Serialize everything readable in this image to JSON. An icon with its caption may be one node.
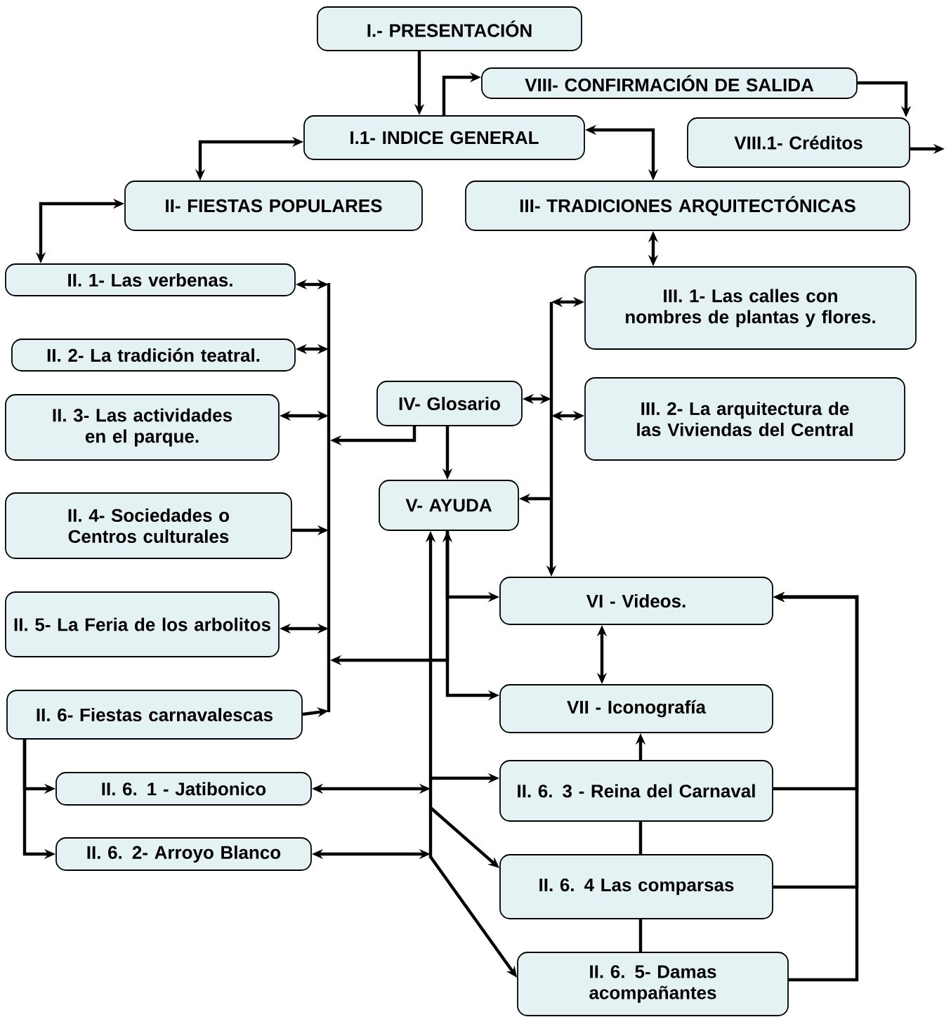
{
  "diagram": {
    "nodes": [
      {
        "text": [
          "I.- PRESENTACIÓN"
        ]
      },
      {
        "text": [
          "VIII- CONFIRMACIÓN DE SALIDA"
        ]
      },
      {
        "text": [
          "I.1- INDICE GENERAL"
        ]
      },
      {
        "text": [
          "VIII.1- Créditos"
        ]
      },
      {
        "text": [
          "II- FIESTAS POPULARES"
        ]
      },
      {
        "text": [
          "III- TRADICIONES ARQUITECTÓNICAS"
        ]
      },
      {
        "text": [
          "II. 1- Las verbenas."
        ]
      },
      {
        "text": [
          "II. 2- La tradición teatral."
        ]
      },
      {
        "text": [
          "II. 3- Las actividades en el parque."
        ]
      },
      {
        "text": [
          "IV- Glosario"
        ]
      },
      {
        "text": [
          "III. 1- Las calles con nombres de plantas y flores."
        ]
      },
      {
        "text": [
          "III. 2- La arquitectura de las Viviendas del Central"
        ]
      },
      {
        "text": [
          "V- AYUDA"
        ]
      },
      {
        "text": [
          "II. 4- Sociedades o Centros culturales"
        ]
      },
      {
        "text": [
          "II. 5- La Feria de los arbolitos"
        ]
      },
      {
        "text": [
          "VI - Videos."
        ]
      },
      {
        "text": [
          "II. 6- Fiestas carnavalescas"
        ]
      },
      {
        "text": [
          "VII - Iconografía"
        ]
      },
      {
        "text": [
          "II. 6. 1 - Jatibonico"
        ]
      },
      {
        "text": [
          "II. 6. 3 - Reina del Carnaval"
        ]
      },
      {
        "text": [
          "II. 6. 2- Arroyo Blanco"
        ]
      },
      {
        "text": [
          "II. 6. 4 Las comparsas"
        ]
      },
      {
        "text": [
          "II. 6. 5- Damas acompañantes"
        ]
      }
    ],
    "edges": [
      {
        "from": 0,
        "to": 2,
        "arrow": "to"
      },
      {
        "from": 2,
        "to": 1,
        "arrow": "to"
      },
      {
        "from": 1,
        "to": 3,
        "arrow": "to"
      },
      {
        "from": 3,
        "to": null,
        "arrow": "to"
      },
      {
        "from": 4,
        "to": 2,
        "arrow": "both"
      },
      {
        "from": 2,
        "to": 5,
        "arrow": "both"
      },
      {
        "from": 4,
        "to": 6,
        "arrow": "both"
      },
      {
        "from": 5,
        "to": 10,
        "arrow": "both"
      },
      {
        "from": 6,
        "to": null,
        "arrow": "both"
      },
      {
        "from": 7,
        "to": null,
        "arrow": "both"
      },
      {
        "from": 8,
        "to": null,
        "arrow": "both"
      },
      {
        "from": 13,
        "to": null,
        "arrow": "to"
      },
      {
        "from": 14,
        "to": null,
        "arrow": "both"
      },
      {
        "from": 16,
        "to": null,
        "arrow": "to"
      },
      {
        "from": 9,
        "to": null,
        "arrow": "to"
      },
      {
        "from": null,
        "to": 12,
        "arrow": "both"
      },
      {
        "from": 9,
        "to": 12,
        "arrow": "to"
      },
      {
        "from": null,
        "to": 10,
        "arrow": "both"
      },
      {
        "from": 9,
        "to": null,
        "arrow": "both"
      },
      {
        "from": null,
        "to": 11,
        "arrow": "both"
      },
      {
        "from": null,
        "to": 12,
        "arrow": "to"
      },
      {
        "from": null,
        "to": 15,
        "arrow": "to"
      },
      {
        "from": 12,
        "to": 15,
        "arrow": "to"
      },
      {
        "from": 12,
        "to": 17,
        "arrow": "to"
      },
      {
        "from": 15,
        "to": 17,
        "arrow": "both"
      },
      {
        "from": 19,
        "to": 17,
        "arrow": "to"
      },
      {
        "from": 19,
        "to": 21,
        "arrow": "none"
      },
      {
        "from": 21,
        "to": 22,
        "arrow": "none"
      },
      {
        "from": null,
        "to": 12,
        "arrow": "to"
      },
      {
        "from": 18,
        "to": null,
        "arrow": "both"
      },
      {
        "from": 20,
        "to": null,
        "arrow": "both"
      },
      {
        "from": null,
        "to": 19,
        "arrow": "to"
      },
      {
        "from": null,
        "to": 21,
        "arrow": "to"
      },
      {
        "from": null,
        "to": 22,
        "arrow": "to"
      },
      {
        "from": 19,
        "to": 15,
        "arrow": "to"
      },
      {
        "from": 21,
        "to": 15,
        "arrow": "to"
      },
      {
        "from": 22,
        "to": 15,
        "arrow": "to"
      },
      {
        "from": 16,
        "to": 18,
        "arrow": "to"
      },
      {
        "from": 16,
        "to": 20,
        "arrow": "to"
      }
    ]
  }
}
